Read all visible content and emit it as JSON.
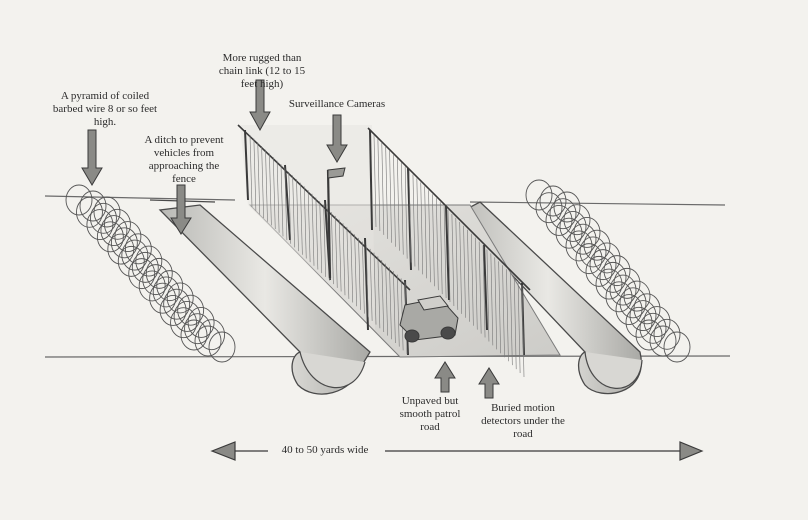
{
  "labels": {
    "barbed_wire": "A pyramid of coiled barbed wire 8 or so feet high.",
    "ditch": "A ditch to prevent vehicles from approaching the fence",
    "fence": "More rugged than chain link (12 to 15 feet high)",
    "cameras": "Surveillance Cameras",
    "patrol_road": "Unpaved but smooth patrol road",
    "motion_detectors": "Buried motion detectors under the road",
    "width": "40 to 50 yards wide"
  },
  "colors": {
    "pencil": "#3a3a3a",
    "light_pencil": "#8a8a8a",
    "paper": "#f3f2ee",
    "shade": "#cfcfcc"
  }
}
